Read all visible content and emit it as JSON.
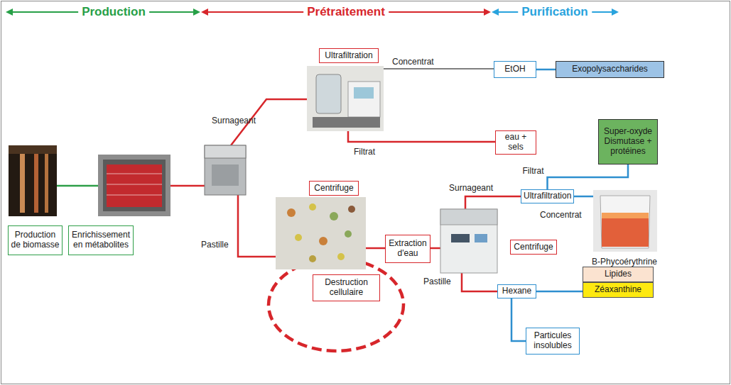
{
  "diagram": {
    "nodes": [
      {
        "text": [
          "Ultrafiltration"
        ]
      },
      {
        "text": [
          "EtOH"
        ]
      },
      {
        "text": [
          "Exopolysaccharides"
        ]
      },
      {
        "text": [
          "eau + sels"
        ]
      },
      {
        "text": [
          "Super-oxyde Dismutase + protéines"
        ]
      },
      {
        "text": [
          "Centrifuge"
        ]
      },
      {
        "text": [
          "Ultrafiltration"
        ]
      },
      {
        "text": [
          "Production de biomasse"
        ]
      },
      {
        "text": [
          "Enrichissement en métabolites"
        ]
      },
      {
        "text": [
          "Extraction d'eau"
        ]
      },
      {
        "text": [
          "Centrifuge"
        ]
      },
      {
        "text": [
          "Lipides"
        ]
      },
      {
        "text": [
          "Zéaxanthine"
        ]
      },
      {
        "text": [
          "Destruction cellulaire"
        ]
      },
      {
        "text": [
          "Hexane"
        ]
      },
      {
        "text": [
          "Particules insolubles"
        ]
      }
    ],
    "edges": [
      {
        "from": 1,
        "to": 2,
        "arrow": "none"
      },
      {
        "from": 6,
        "to": 4,
        "label": "Filtrat",
        "arrow": "none"
      },
      {
        "from": 14,
        "to": 12,
        "arrow": "none"
      },
      {
        "from": 14,
        "to": 15,
        "arrow": "none"
      }
    ],
    "labels": [
      "Production",
      "Prétraitement",
      "Purification",
      "Surnageant",
      "Concentrat",
      "Filtrat",
      "Pastille",
      "Surnageant",
      "Concentrat",
      "B-Phycoérythrine",
      "Pastille"
    ]
  }
}
